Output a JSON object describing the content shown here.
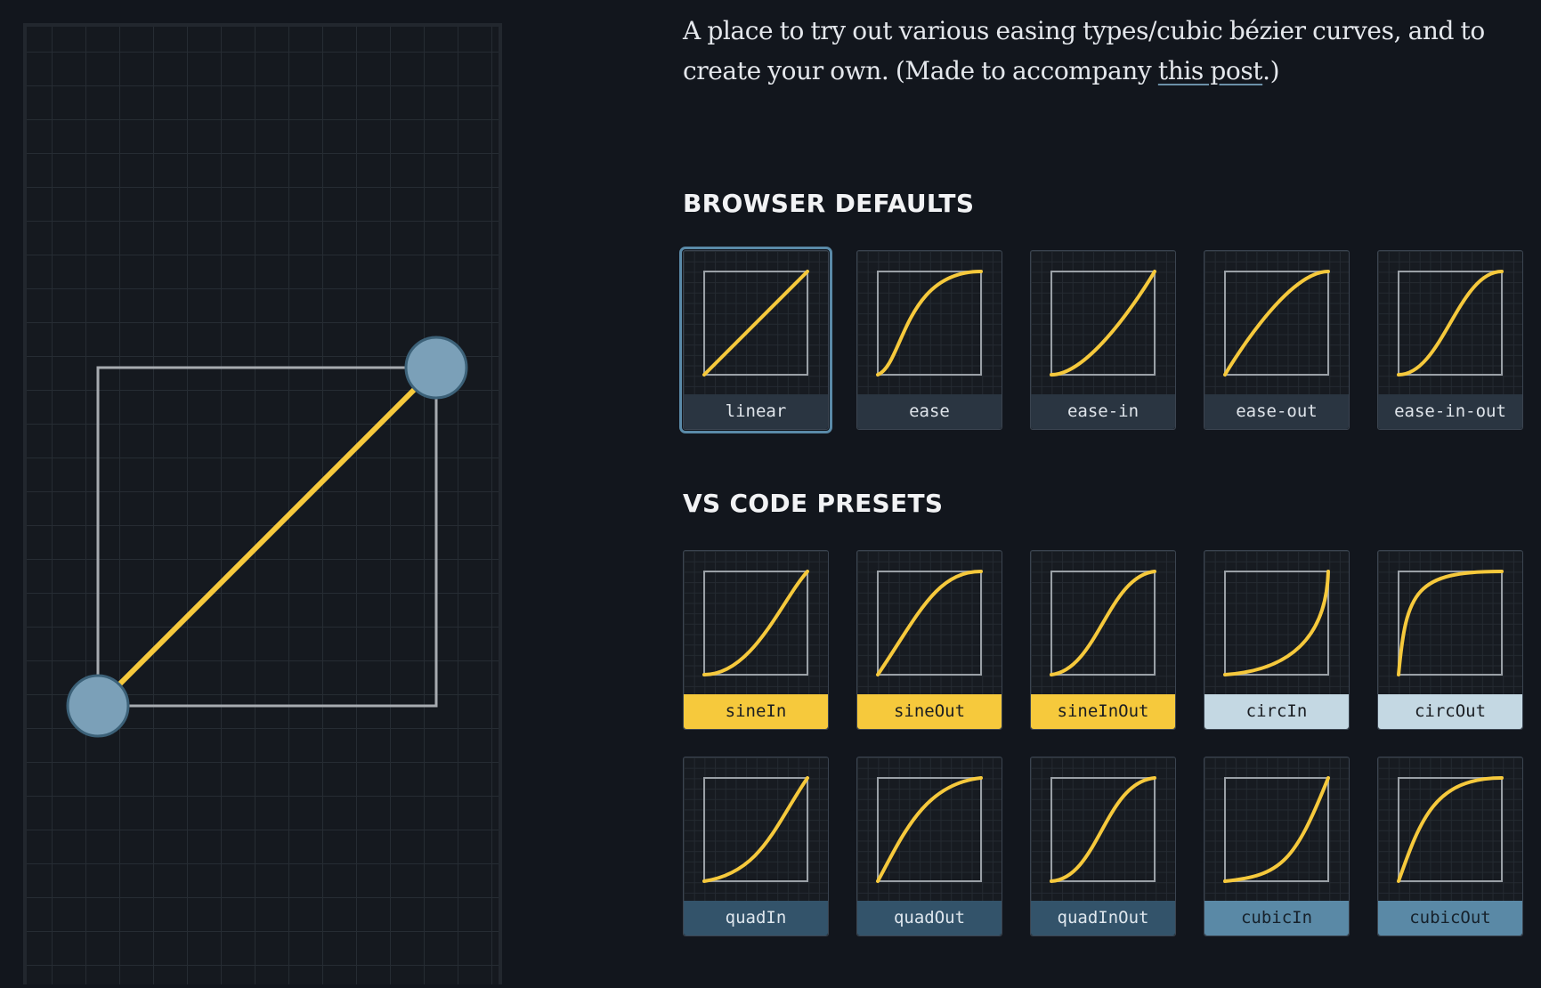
{
  "intro": {
    "text": "A place to try out various easing types/cubic bézier curves, and to create your own. (Made to accompany ",
    "link": "this post",
    "after": ".)"
  },
  "colors": {
    "background": "#12161d",
    "curve": "#f6c93c",
    "handle": "#7ba0b8",
    "handle_border": "#3c6178",
    "selected_outline": "#5a8aa8"
  },
  "editor": {
    "curve_name": "linear",
    "control_points": [
      [
        0,
        0
      ],
      [
        1,
        1
      ]
    ]
  },
  "sections": [
    {
      "title": "BROWSER DEFAULTS",
      "presets": [
        {
          "name": "linear",
          "points": [
            0,
            0,
            1,
            1
          ],
          "label_bg": "#2a3541",
          "label_fg": "#dfe4ea",
          "selected": true
        },
        {
          "name": "ease",
          "points": [
            0.25,
            0.1,
            0.25,
            1
          ],
          "label_bg": "#2a3541",
          "label_fg": "#dfe4ea",
          "selected": false
        },
        {
          "name": "ease-in",
          "points": [
            0.42,
            0,
            1,
            1
          ],
          "label_bg": "#2a3541",
          "label_fg": "#dfe4ea",
          "selected": false
        },
        {
          "name": "ease-out",
          "points": [
            0,
            0,
            0.58,
            1
          ],
          "label_bg": "#2a3541",
          "label_fg": "#dfe4ea",
          "selected": false
        },
        {
          "name": "ease-in-out",
          "points": [
            0.42,
            0,
            0.58,
            1
          ],
          "label_bg": "#2a3541",
          "label_fg": "#dfe4ea",
          "selected": false
        }
      ]
    },
    {
      "title": "VS CODE PRESETS",
      "presets": [
        {
          "name": "sineIn",
          "points": [
            0.47,
            0,
            0.745,
            0.715
          ],
          "label_bg": "#f6c93c",
          "label_fg": "#1a1d22",
          "selected": false
        },
        {
          "name": "sineOut",
          "points": [
            0.39,
            0.575,
            0.565,
            1
          ],
          "label_bg": "#f6c93c",
          "label_fg": "#1a1d22",
          "selected": false
        },
        {
          "name": "sineInOut",
          "points": [
            0.445,
            0.05,
            0.55,
            0.95
          ],
          "label_bg": "#f6c93c",
          "label_fg": "#1a1d22",
          "selected": false
        },
        {
          "name": "circIn",
          "points": [
            0.6,
            0.04,
            0.98,
            0.335
          ],
          "label_bg": "#c4d8e3",
          "label_fg": "#1a1d22",
          "selected": false
        },
        {
          "name": "circOut",
          "points": [
            0.075,
            0.82,
            0.165,
            1
          ],
          "label_bg": "#c4d8e3",
          "label_fg": "#1a1d22",
          "selected": false
        },
        {
          "name": "quadIn",
          "points": [
            0.55,
            0.085,
            0.68,
            0.53
          ],
          "label_bg": "#33536a",
          "label_fg": "#dfe7ee",
          "selected": false
        },
        {
          "name": "quadOut",
          "points": [
            0.25,
            0.46,
            0.45,
            0.94
          ],
          "label_bg": "#33536a",
          "label_fg": "#dfe7ee",
          "selected": false
        },
        {
          "name": "quadInOut",
          "points": [
            0.455,
            0.03,
            0.515,
            0.955
          ],
          "label_bg": "#33536a",
          "label_fg": "#dfe7ee",
          "selected": false
        },
        {
          "name": "cubicIn",
          "points": [
            0.55,
            0.055,
            0.675,
            0.19
          ],
          "label_bg": "#5a89a6",
          "label_fg": "#16212b",
          "selected": false
        },
        {
          "name": "cubicOut",
          "points": [
            0.215,
            0.61,
            0.355,
            1
          ],
          "label_bg": "#5a89a6",
          "label_fg": "#16212b",
          "selected": false
        }
      ]
    }
  ]
}
